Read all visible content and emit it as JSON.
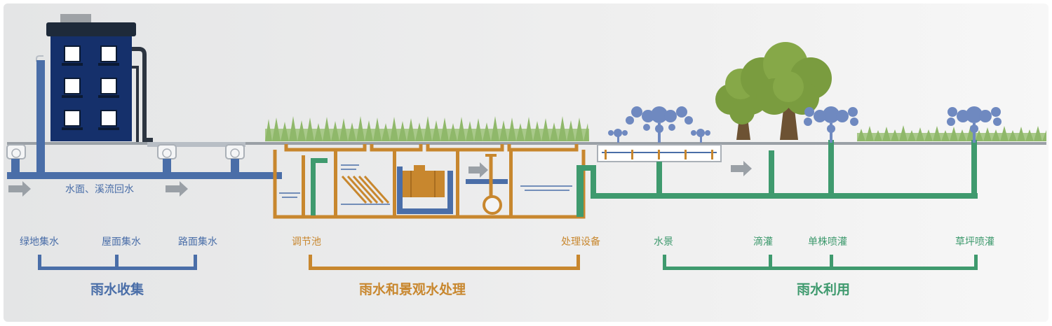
{
  "colors": {
    "collection": "#4a6ea8",
    "treatment": "#c8872e",
    "utilization": "#3f9a6e",
    "building": "#15306b",
    "pipe_gray": "#9aa0a6",
    "grass": "#8fb86a",
    "tree": "#7a9c3f",
    "sprinkler": "#6f89c0"
  },
  "flow": {
    "return_label": "水面、溪流回水"
  },
  "labels": {
    "green_collection": "绿地集水",
    "roof_collection": "屋面集水",
    "road_collection": "路面集水",
    "regulating_tank": "调节池",
    "treatment_equipment": "处理设备",
    "water_feature": "水景",
    "drip_irrigation": "滴灌",
    "single_sprinkler": "单株喷灌",
    "lawn_sprinkler": "草坪喷灌"
  },
  "groups": {
    "collection": "雨水收集",
    "treatment": "雨水和景观水处理",
    "utilization": "雨水利用"
  }
}
